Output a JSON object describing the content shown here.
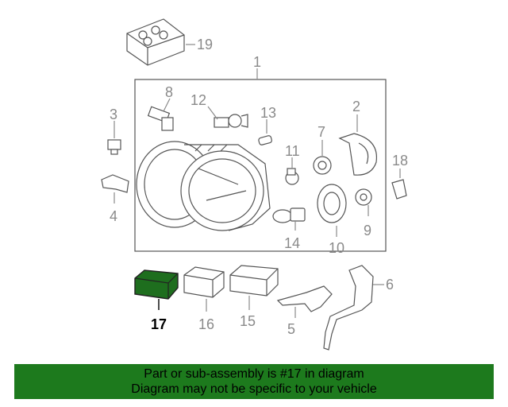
{
  "banner": {
    "line1": "Part or sub-assembly is #17 in diagram",
    "line2": "Diagram may not be specific to your vehicle",
    "color": "#1d7a1d"
  },
  "diagram": {
    "highlight_color": "#1e6e1e",
    "highlighted_part": "17",
    "callouts": [
      "1",
      "2",
      "3",
      "4",
      "5",
      "6",
      "7",
      "8",
      "9",
      "10",
      "11",
      "12",
      "13",
      "14",
      "15",
      "16",
      "17",
      "18",
      "19"
    ]
  }
}
